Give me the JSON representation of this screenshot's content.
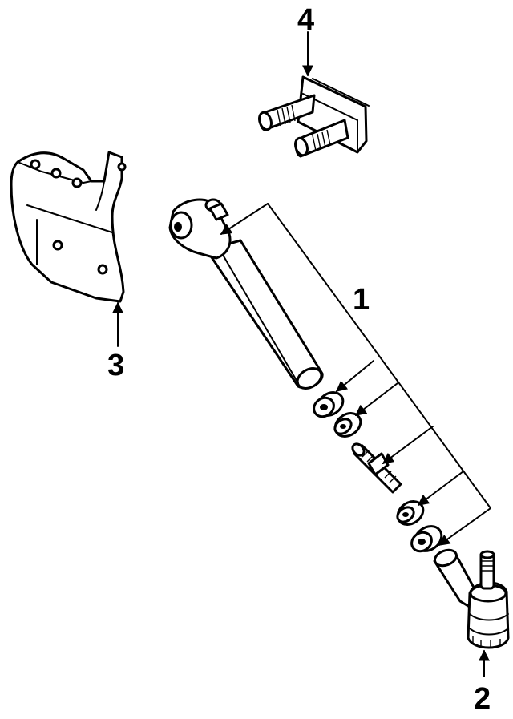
{
  "callouts": {
    "tie_rod_assembly": "1",
    "tie_rod_end": "2",
    "bracket": "3",
    "mounting_plate": "4"
  }
}
